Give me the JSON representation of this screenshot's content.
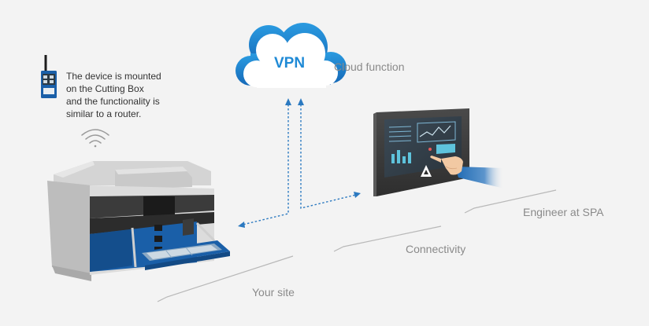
{
  "device_note": {
    "lines": [
      "The device is mounted",
      "on the Cutting Box",
      "and the functionality is",
      "similar to a router."
    ]
  },
  "cloud": {
    "badge": "VPN",
    "label": "Cloud function"
  },
  "labels": {
    "your_site": "Your site",
    "connectivity": "Connectivity",
    "engineer": "Engineer at SPA"
  },
  "icons": {
    "router": "router-device-icon",
    "wifi": "wifi-icon",
    "cloud": "cloud-icon",
    "monitor": "monitor-icon",
    "hand": "hand-pointing-icon",
    "brand": "brand-logo-icon"
  },
  "colors": {
    "accent_blue": "#1a5fa8",
    "cloud_blue": "#1f8ad6",
    "arrow_blue": "#2b79c0",
    "label_gray": "#8a8a8a",
    "screen_teal": "#5ec3dc"
  }
}
